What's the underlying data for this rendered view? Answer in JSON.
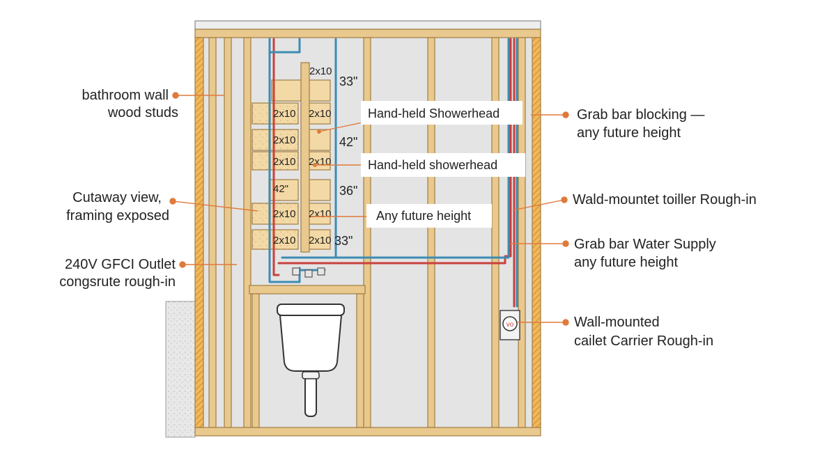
{
  "colors": {
    "stud": "#e9c98d",
    "stud_edge": "#a07d44",
    "outer_frame": "#f0b85a",
    "hot_pipe": "#c8413d",
    "cold_pipe": "#3d8cb3",
    "leader": "#e07a3c",
    "wall": "#e4e4e4",
    "blocking": "#f3d9a6"
  },
  "left_labels": [
    {
      "line1": "bathroom wall",
      "line2": "wood studs"
    },
    {
      "line1": "Cutaway view,",
      "line2": "framing exposed"
    },
    {
      "line1": "240V GFCI Outlet",
      "line2": "congsrute rough-in"
    }
  ],
  "right_labels": [
    {
      "line1": "Grab bar blocking —",
      "line2": "any future height"
    },
    {
      "line1": "Wald-mountet toiller  Rough-in",
      "line2": ""
    },
    {
      "line1": "Grab bar Water Supply",
      "line2": "any future height"
    },
    {
      "line1": "Wall-mounted",
      "line2": "cailet Carrier Rough-in"
    }
  ],
  "callouts": {
    "handheld_1": "Hand-held Showerhead",
    "handheld_2": "Hand-held showerhead",
    "any_height": "Any future height"
  },
  "blocking_labels": {
    "top": "2x10",
    "row1_left": "2x10",
    "row1_right": "2x10",
    "row2_left": "2x10",
    "row3_left": "2x10",
    "row3_right": "2x10",
    "row4_left": "42\"",
    "row5_left": "2x10",
    "row5_right": "2x10",
    "row6_left": "2x10",
    "row6_right": "2x10"
  },
  "dimensions": {
    "d1": "33\"",
    "d2": "42\"",
    "d3": "36\"",
    "d4": "33\""
  }
}
